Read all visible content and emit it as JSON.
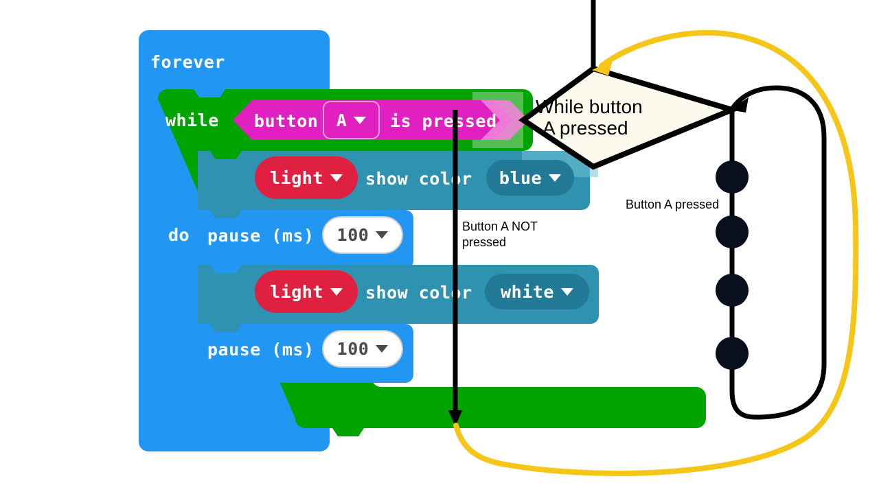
{
  "palette": {
    "loop_blue": "#2196F3",
    "logic_green": "#00A300",
    "logic_green_light": "#62C462",
    "magenta": "#E020C0",
    "magenta_light": "#EE82D8",
    "teal": "#2E92B0",
    "teal_dark": "#227A96",
    "red": "#E02040",
    "white_field": "#FFFFFF",
    "decision_fill": "#FBFAEC",
    "stroke_black": "#000000",
    "arrow_yellow": "#F5C518",
    "dot_black": "#0A0F1E"
  },
  "blocks": {
    "forever": {
      "label": "forever"
    },
    "while": {
      "keyword": "while",
      "do_keyword": "do",
      "condition": {
        "prefix": "button",
        "field_value": "A",
        "suffix": "is pressed"
      }
    },
    "body": [
      {
        "type": "show-color",
        "dropdown_label": "light",
        "text": "show color",
        "color_value": "blue"
      },
      {
        "type": "pause",
        "text": "pause (ms)",
        "value": "100"
      },
      {
        "type": "show-color",
        "dropdown_label": "light",
        "text": "show color",
        "color_value": "white"
      },
      {
        "type": "pause",
        "text": "pause (ms)",
        "value": "100"
      }
    ]
  },
  "flowchart": {
    "decision": {
      "line1": "While button",
      "line2": "A pressed"
    },
    "labels": {
      "false_branch": "Button A NOT\npressed",
      "false_branch_line1": "Button A NOT",
      "false_branch_line2": "pressed",
      "true_branch": "Button A pressed"
    },
    "process_dots": 4
  }
}
